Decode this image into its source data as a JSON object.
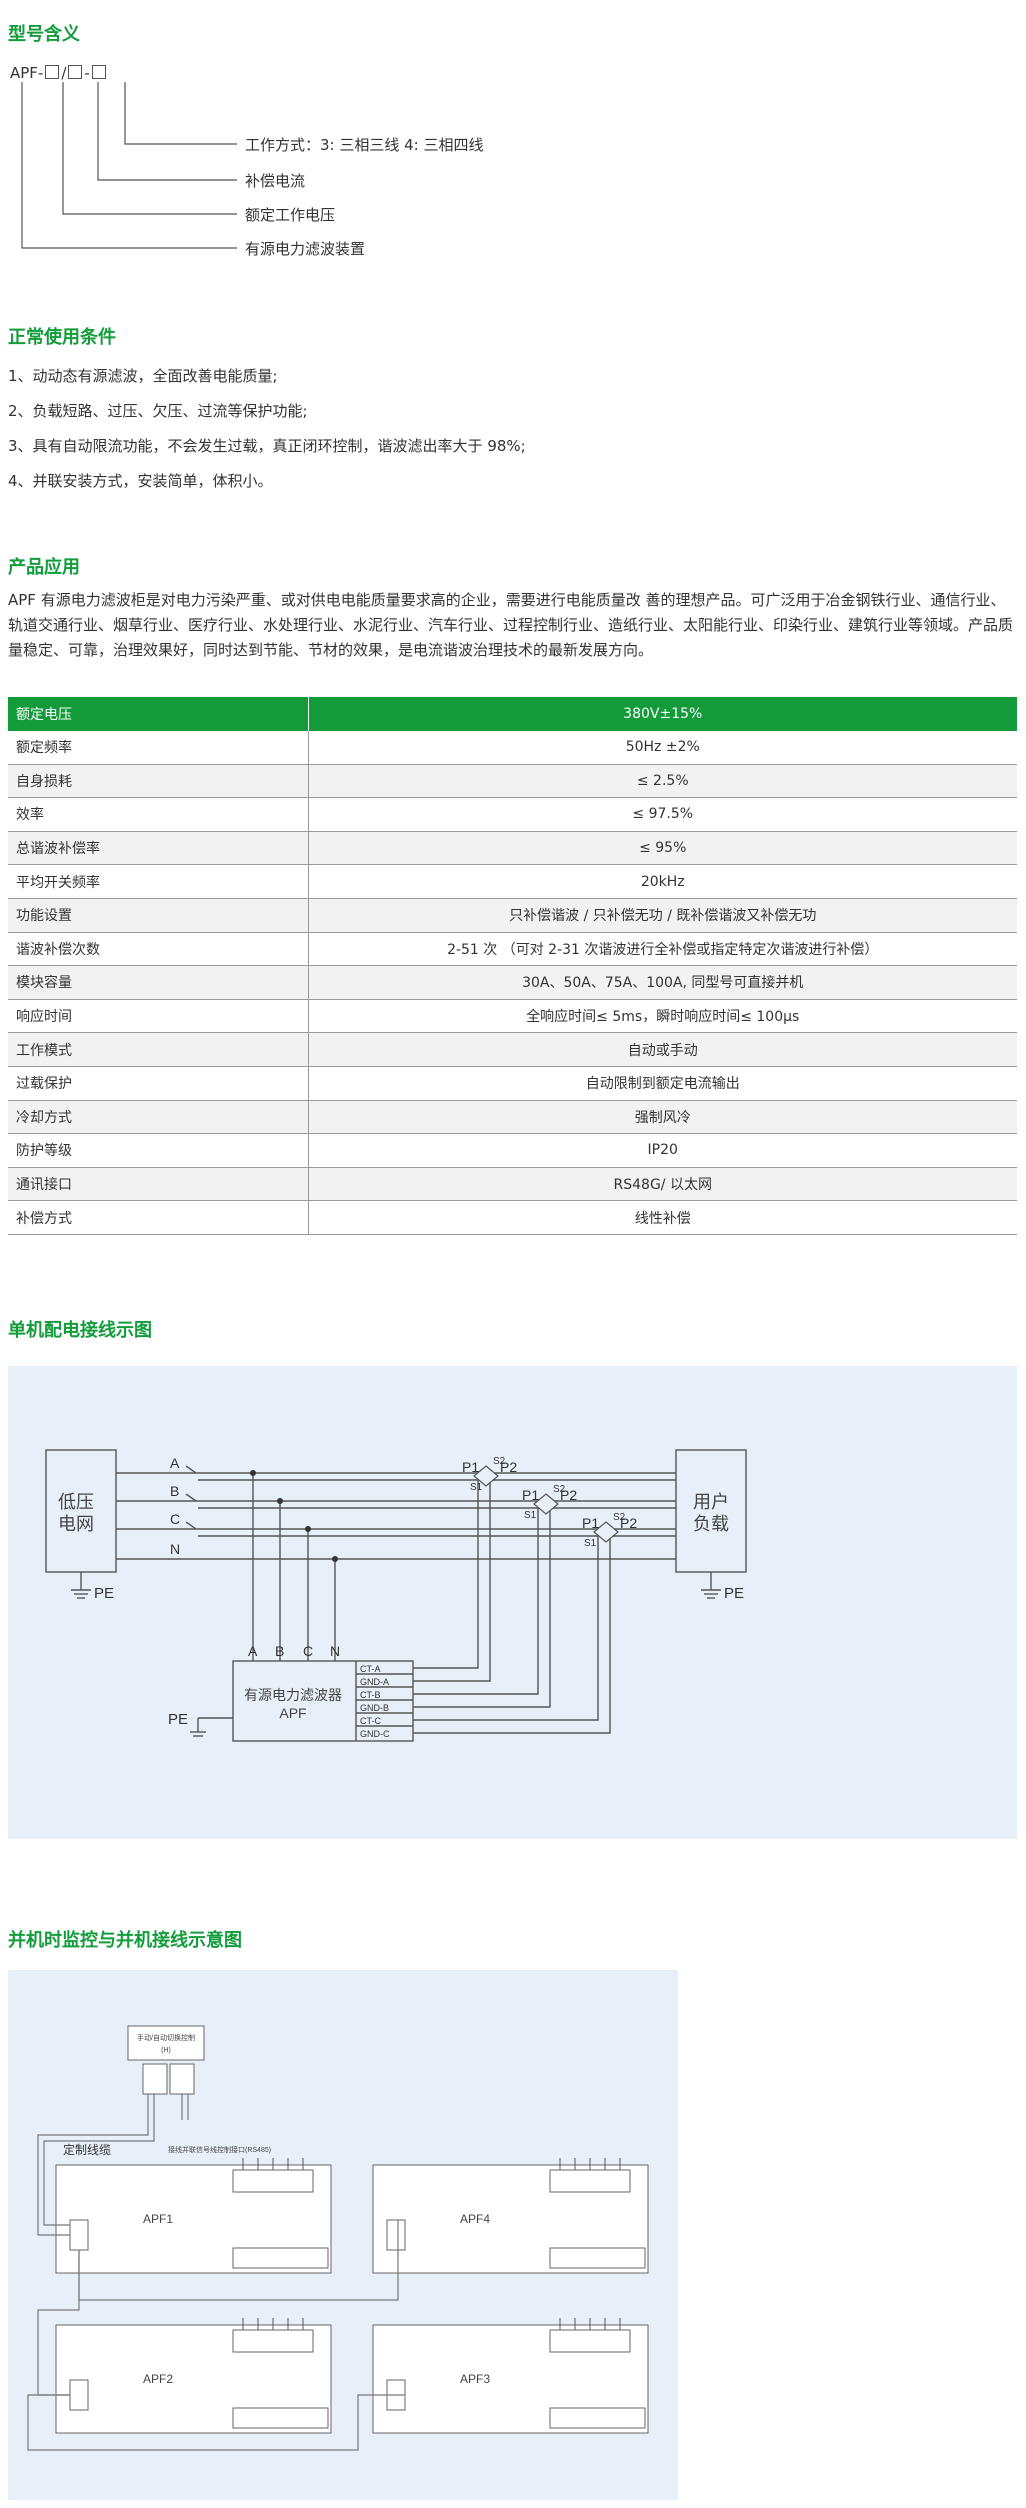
{
  "sections": {
    "model_title": "型号含义",
    "conditions_title": "正常使用条件",
    "application_title": "产品应用",
    "wiring_title": "单机配电接线示图",
    "parallel_title": "并机时监控与并机接线示意图"
  },
  "model": {
    "prefix": "APF-",
    "sep1": "/",
    "sep2": "-",
    "legend": [
      "工作方式：3: 三相三线 4: 三相四线",
      "补偿电流",
      "额定工作电压",
      "有源电力滤波装置"
    ]
  },
  "conditions": [
    "1、动动态有源滤波，全面改善电能质量;",
    "2、负载短路、过压、欠压、过流等保护功能;",
    "3、具有自动限流功能，不会发生过载，真正闭环控制，谐波滤出率大于 98%;",
    "4、并联安装方式，安装简单，体积小。"
  ],
  "application_text": "APF 有源电力滤波柜是对电力污染严重、或对供电电能质量要求高的企业，需要进行电能质量改 善的理想产品。可广泛用于冶金钢铁行业、通信行业、轨道交通行业、烟草行业、医疗行业、水处理行业、水泥行业、汽车行业、过程控制行业、造纸行业、太阳能行业、印染行业、建筑行业等领域。产品质量稳定、可靠，治理效果好，同时达到节能、节材的效果，是电流谐波治理技术的最新发展方向。",
  "spec_table": {
    "header": {
      "key": "额定电压",
      "value": "380V±15%"
    },
    "rows": [
      {
        "key": "额定频率",
        "value": "50Hz ±2%"
      },
      {
        "key": "自身损耗",
        "value": "≤ 2.5%"
      },
      {
        "key": "效率",
        "value": "≤ 97.5%"
      },
      {
        "key": "总谐波补偿率",
        "value": "≤ 95%"
      },
      {
        "key": "平均开关频率",
        "value": "20kHz"
      },
      {
        "key": "功能设置",
        "value": "只补偿谐波 / 只补偿无功 / 既补偿谐波又补偿无功"
      },
      {
        "key": "谐波补偿次数",
        "value": "2-51 次 （可对 2-31 次谐波进行全补偿或指定特定次谐波进行补偿）"
      },
      {
        "key": "模块容量",
        "value": "30A、50A、75A、100A, 同型号可直接并机"
      },
      {
        "key": "响应时间",
        "value": "全响应时间≤ 5ms，瞬时响应时间≤ 100μs"
      },
      {
        "key": "工作模式",
        "value": "自动或手动"
      },
      {
        "key": "过载保护",
        "value": "自动限制到额定电流输出"
      },
      {
        "key": "冷却方式",
        "value": "强制风冷"
      },
      {
        "key": "防护等级",
        "value": "IP20"
      },
      {
        "key": "通讯接口",
        "value": "RS48G/ 以太网"
      },
      {
        "key": "补偿方式",
        "value": "线性补偿"
      }
    ]
  },
  "wiring_diagram": {
    "source_label_1": "低压",
    "source_label_2": "电网",
    "load_label_1": "用户",
    "load_label_2": "负载",
    "pe": "PE",
    "phase_a": "A",
    "phase_b": "B",
    "phase_c": "C",
    "phase_n": "N",
    "p1": "P1",
    "p2": "P2",
    "s1": "S1",
    "s2": "S2",
    "device_label_1": "有源电力滤波器",
    "device_label_2": "APF",
    "terminals": [
      "CT-A",
      "GND-A",
      "CT-B",
      "GND-B",
      "CT-C",
      "GND-C"
    ]
  },
  "parallel_diagram": {
    "top_box_label": "手动/自动切换控制",
    "top_box_sub": "(H)",
    "custom_cable": "定制线缆",
    "units": [
      "APF1",
      "APF2",
      "APF3",
      "APF4"
    ],
    "signal_label": "接线并联信号线控制接口(RS485)"
  }
}
